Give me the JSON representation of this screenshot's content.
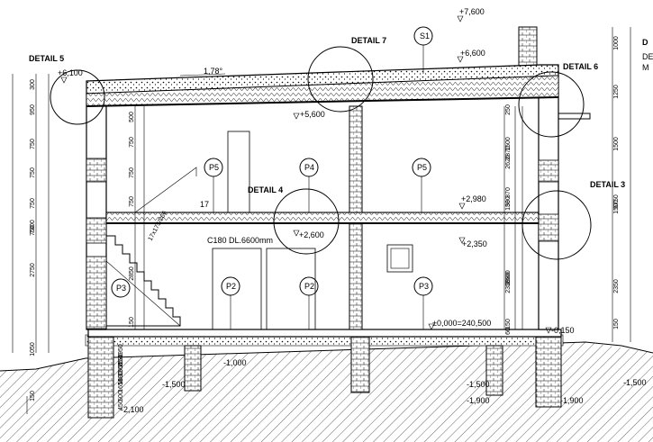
{
  "details": {
    "d5": "DETAIL 5",
    "d6": "DETAIL 6",
    "d7": "DETAIL 7",
    "d4": "DETAIL 4",
    "d3": "DETAIL 3",
    "cut_d": "D",
    "cut_de": "DE",
    "cut_m": "M"
  },
  "levels": {
    "top": "+7,600",
    "roof": "+6,600",
    "eave": "+6,100",
    "ceiling2": "+5,600",
    "floor2": "+2,980",
    "ceiling1": "+2,600",
    "floor1b": "+2,350",
    "ground": "±0,000=240,500",
    "terrain": "-0,150",
    "f1": "-1,000",
    "f2": "-1,500",
    "f3": "-1,500",
    "f4": "-1,900",
    "f5": "-1,900",
    "f6": "-2,100",
    "f7": "-1,500"
  },
  "rooms": {
    "s1": "S1",
    "p5a": "P5",
    "p4": "P4",
    "p5b": "P5",
    "p2a": "P2",
    "p2b": "P2",
    "p3a": "P3",
    "p3b": "P3"
  },
  "notes": {
    "slope": "1,78°",
    "stair": "17x175/266",
    "beam": "C180 DL.6600mm",
    "n17": "17"
  },
  "dims_left": [
    "300",
    "950",
    "750",
    "750",
    "750",
    "750",
    "2750",
    "1050",
    "150",
    "7300"
  ],
  "dims_mid": [
    "500",
    "750",
    "750",
    "750",
    "2850",
    "150"
  ],
  "dims_right": [
    "1000",
    "1250",
    "1500",
    "1500",
    "2350",
    "150",
    "6750"
  ],
  "dims_inner": [
    "2870",
    "2620",
    "1500",
    "870",
    "580",
    "130",
    "2980",
    "2600",
    "2350",
    "150",
    "60",
    "250"
  ],
  "foot_dims": [
    "1500",
    "1650",
    "450",
    "500",
    "150",
    "1950",
    "1800",
    "1130",
    "1350",
    "2530"
  ]
}
